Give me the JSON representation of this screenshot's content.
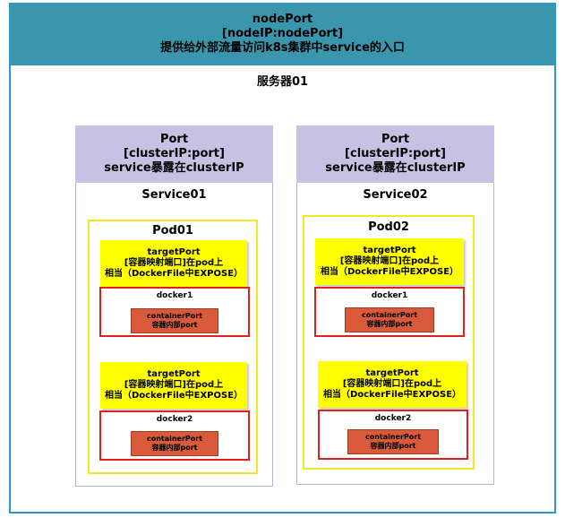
{
  "node_port": {
    "title": "nodePort",
    "subtitle": "[nodeIP:nodePort]",
    "desc": "提供给外部流量访问k8s集群中service的入口"
  },
  "server_label": "服务器01",
  "services": [
    {
      "port_title": "Port",
      "port_sub": "[clusterIP:port]",
      "port_desc": "service暴露在clusterIP",
      "name": "Service01",
      "pod": {
        "name": "Pod01",
        "containers": [
          {
            "tp_title": "targetPort",
            "tp_line2": "[容器映射端口]在pod上",
            "tp_line3": "相当（DockerFile中EXPOSE）",
            "docker": "docker1",
            "cp_title": "containerPort",
            "cp_desc": "容器内部port"
          },
          {
            "tp_title": "targetPort",
            "tp_line2": "[容器映射端口]在pod上",
            "tp_line3": "相当（DockerFile中EXPOSE）",
            "docker": "docker2",
            "cp_title": "containerPort",
            "cp_desc": "容器内部port"
          }
        ]
      }
    },
    {
      "port_title": "Port",
      "port_sub": "[clusterIP:port]",
      "port_desc": "service暴露在clusterIP",
      "name": "Service02",
      "pod": {
        "name": "Pod02",
        "containers": [
          {
            "tp_title": "targetPort",
            "tp_line2": "[容器映射端口]在pod上",
            "tp_line3": "相当（DockerFile中EXPOSE）",
            "docker": "docker1",
            "cp_title": "containerPort",
            "cp_desc": "容器内部port"
          },
          {
            "tp_title": "targetPort",
            "tp_line2": "[容器映射端口]在pod上",
            "tp_line3": "相当（DockerFile中EXPOSE）",
            "docker": "docker2",
            "cp_title": "containerPort",
            "cp_desc": "容器内部port"
          }
        ]
      }
    }
  ]
}
